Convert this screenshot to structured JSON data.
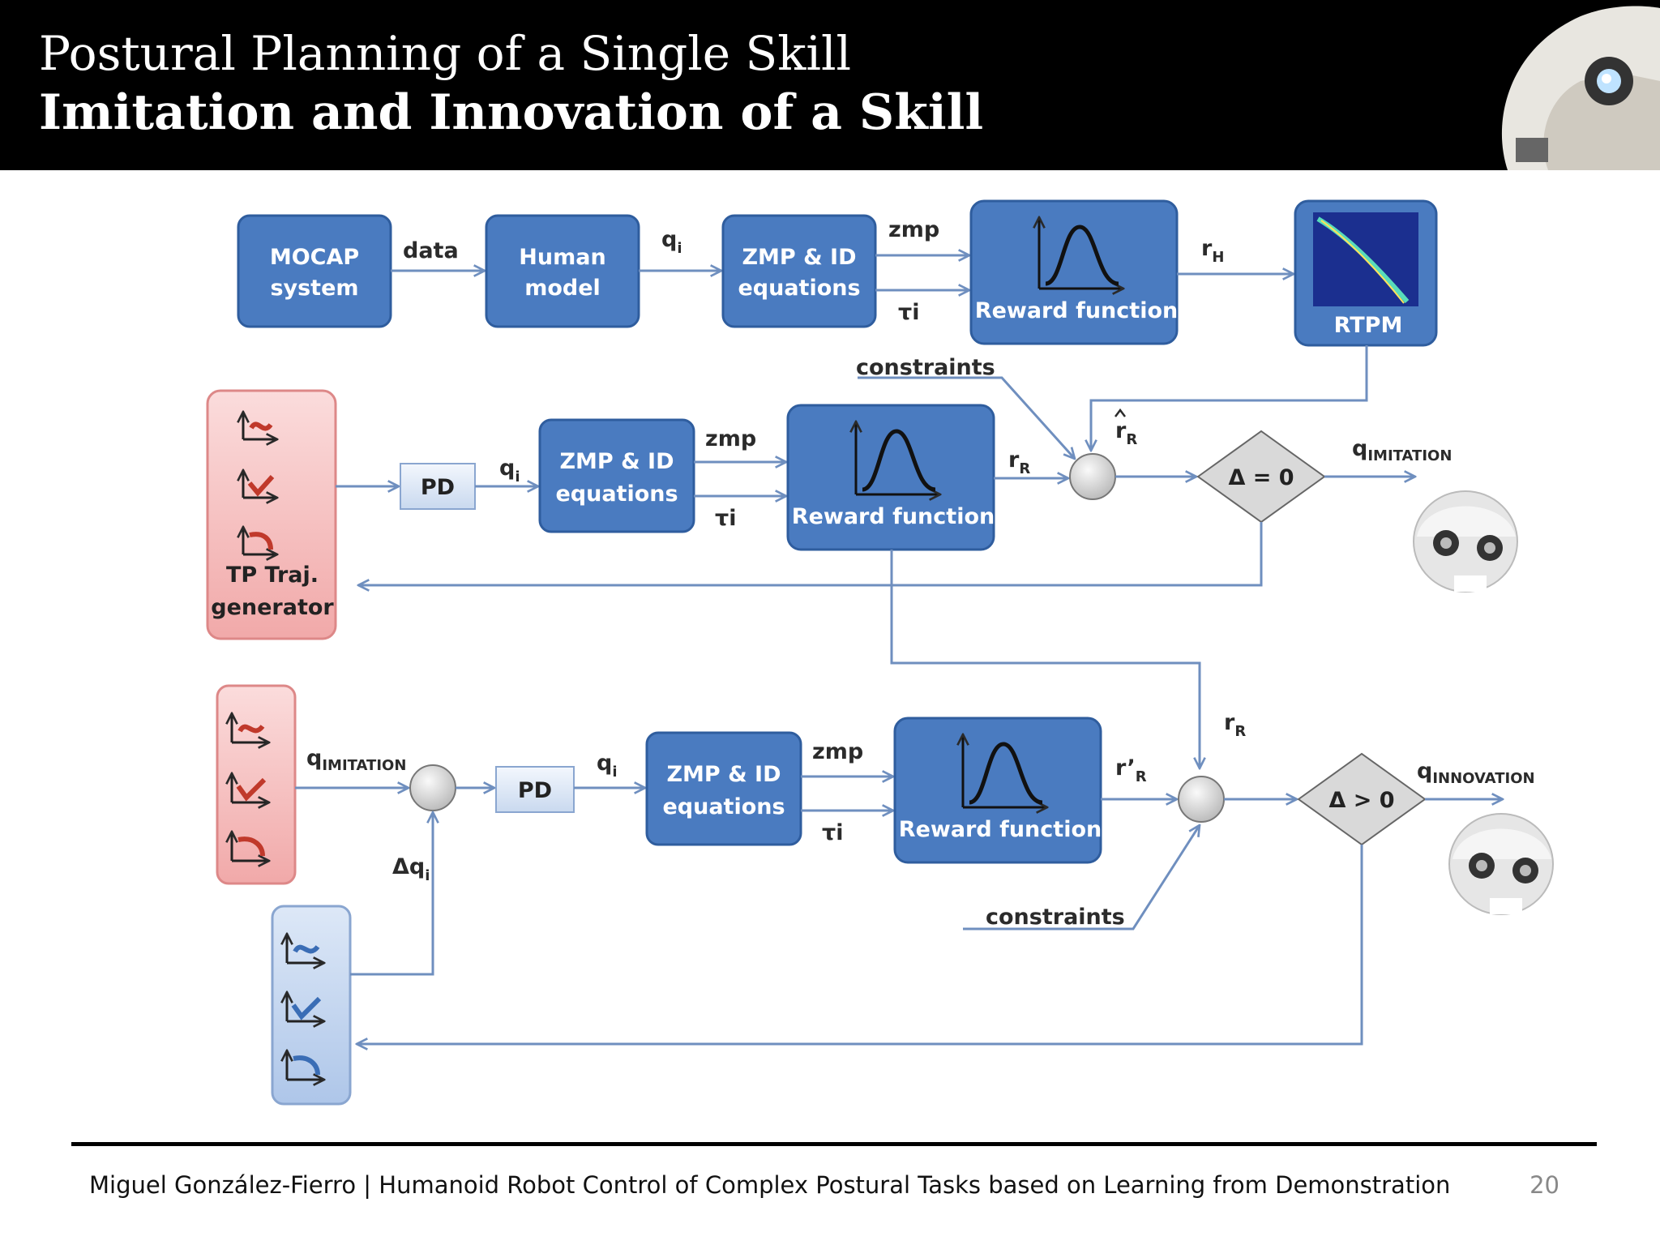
{
  "header": {
    "title": "Postural Planning of a Single Skill",
    "subtitle": "Imitation and Innovation of a Skill"
  },
  "diagram": {
    "row1": {
      "mocap_line1": "MOCAP",
      "mocap_line2": "system",
      "data_label": "data",
      "human_line1": "Human",
      "human_line2": "model",
      "qi": "q",
      "qi_sub": "i",
      "zmp_id_line1": "ZMP & ID",
      "zmp_id_line2": "equations",
      "zmp": "zmp",
      "tau": "τi",
      "reward": "Reward function",
      "rh": "r",
      "rh_sub": "H",
      "rtpm": "RTPM"
    },
    "row2": {
      "tp_line1": "TP Traj.",
      "tp_line2": "generator",
      "pd": "PD",
      "qi": "q",
      "qi_sub": "i",
      "zmp_id_line1": "ZMP & ID",
      "zmp_id_line2": "equations",
      "zmp": "zmp",
      "tau": "τi",
      "reward": "Reward function",
      "constraints": "constraints",
      "rr": "r",
      "rr_sub": "R",
      "rr_hat": "r",
      "rr_hat_sub": "R",
      "delta": "Δ = 0",
      "q_out": "q",
      "q_out_sub": "IMITATION"
    },
    "row3": {
      "q_in": "q",
      "q_in_sub": "IMITATION",
      "pd": "PD",
      "qi": "q",
      "qi_sub": "i",
      "dq": "Δq",
      "dq_sub": "i",
      "zmp_id_line1": "ZMP & ID",
      "zmp_id_line2": "equations",
      "zmp": "zmp",
      "tau": "τi",
      "reward": "Reward function",
      "rr_prime": "r’",
      "rr_prime_sub": "R",
      "rr": "r",
      "rr_sub": "R",
      "constraints": "constraints",
      "delta": "Δ > 0",
      "q_out": "q",
      "q_out_sub": "INNOVATION"
    }
  },
  "colors": {
    "box_blue": "#4a7bc0",
    "arrow": "#6f8fbf",
    "tp_red": "#f4b9b9",
    "tp_blue": "#c5d6ef"
  },
  "footer": {
    "text": "Miguel González-Fierro  |  Humanoid Robot Control of Complex Postural Tasks based on Learning from Demonstration",
    "page": "20"
  }
}
